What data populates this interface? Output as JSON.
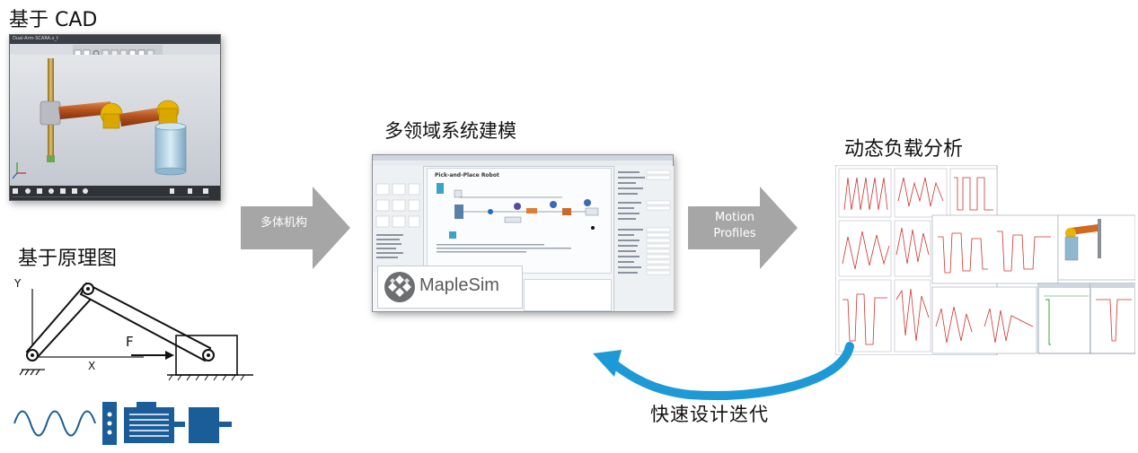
{
  "cad": {
    "title": "基于 CAD",
    "window_tab": "Dual-Arm-SCARA.x_t"
  },
  "schematic": {
    "title": "基于原理图",
    "axis_y": "Y",
    "axis_x": "X",
    "force": "F"
  },
  "arrow1": {
    "label": "多体机构"
  },
  "modeling": {
    "title": "多领域系统建模",
    "canvas_title": "Pick-and-Place Robot",
    "logo_text": "MapleSim"
  },
  "arrow2": {
    "label_line1": "Motion",
    "label_line2": "Profiles"
  },
  "analysis": {
    "title": "动态负载分析"
  },
  "loop": {
    "label": "快速设计迭代"
  },
  "colors": {
    "arrow_gray": "#a6a6a6",
    "loop_blue": "#1d9ad6",
    "robot_orange": "#d2691e",
    "robot_yellow": "#e8b400",
    "icon_blue": "#1a5d99"
  }
}
